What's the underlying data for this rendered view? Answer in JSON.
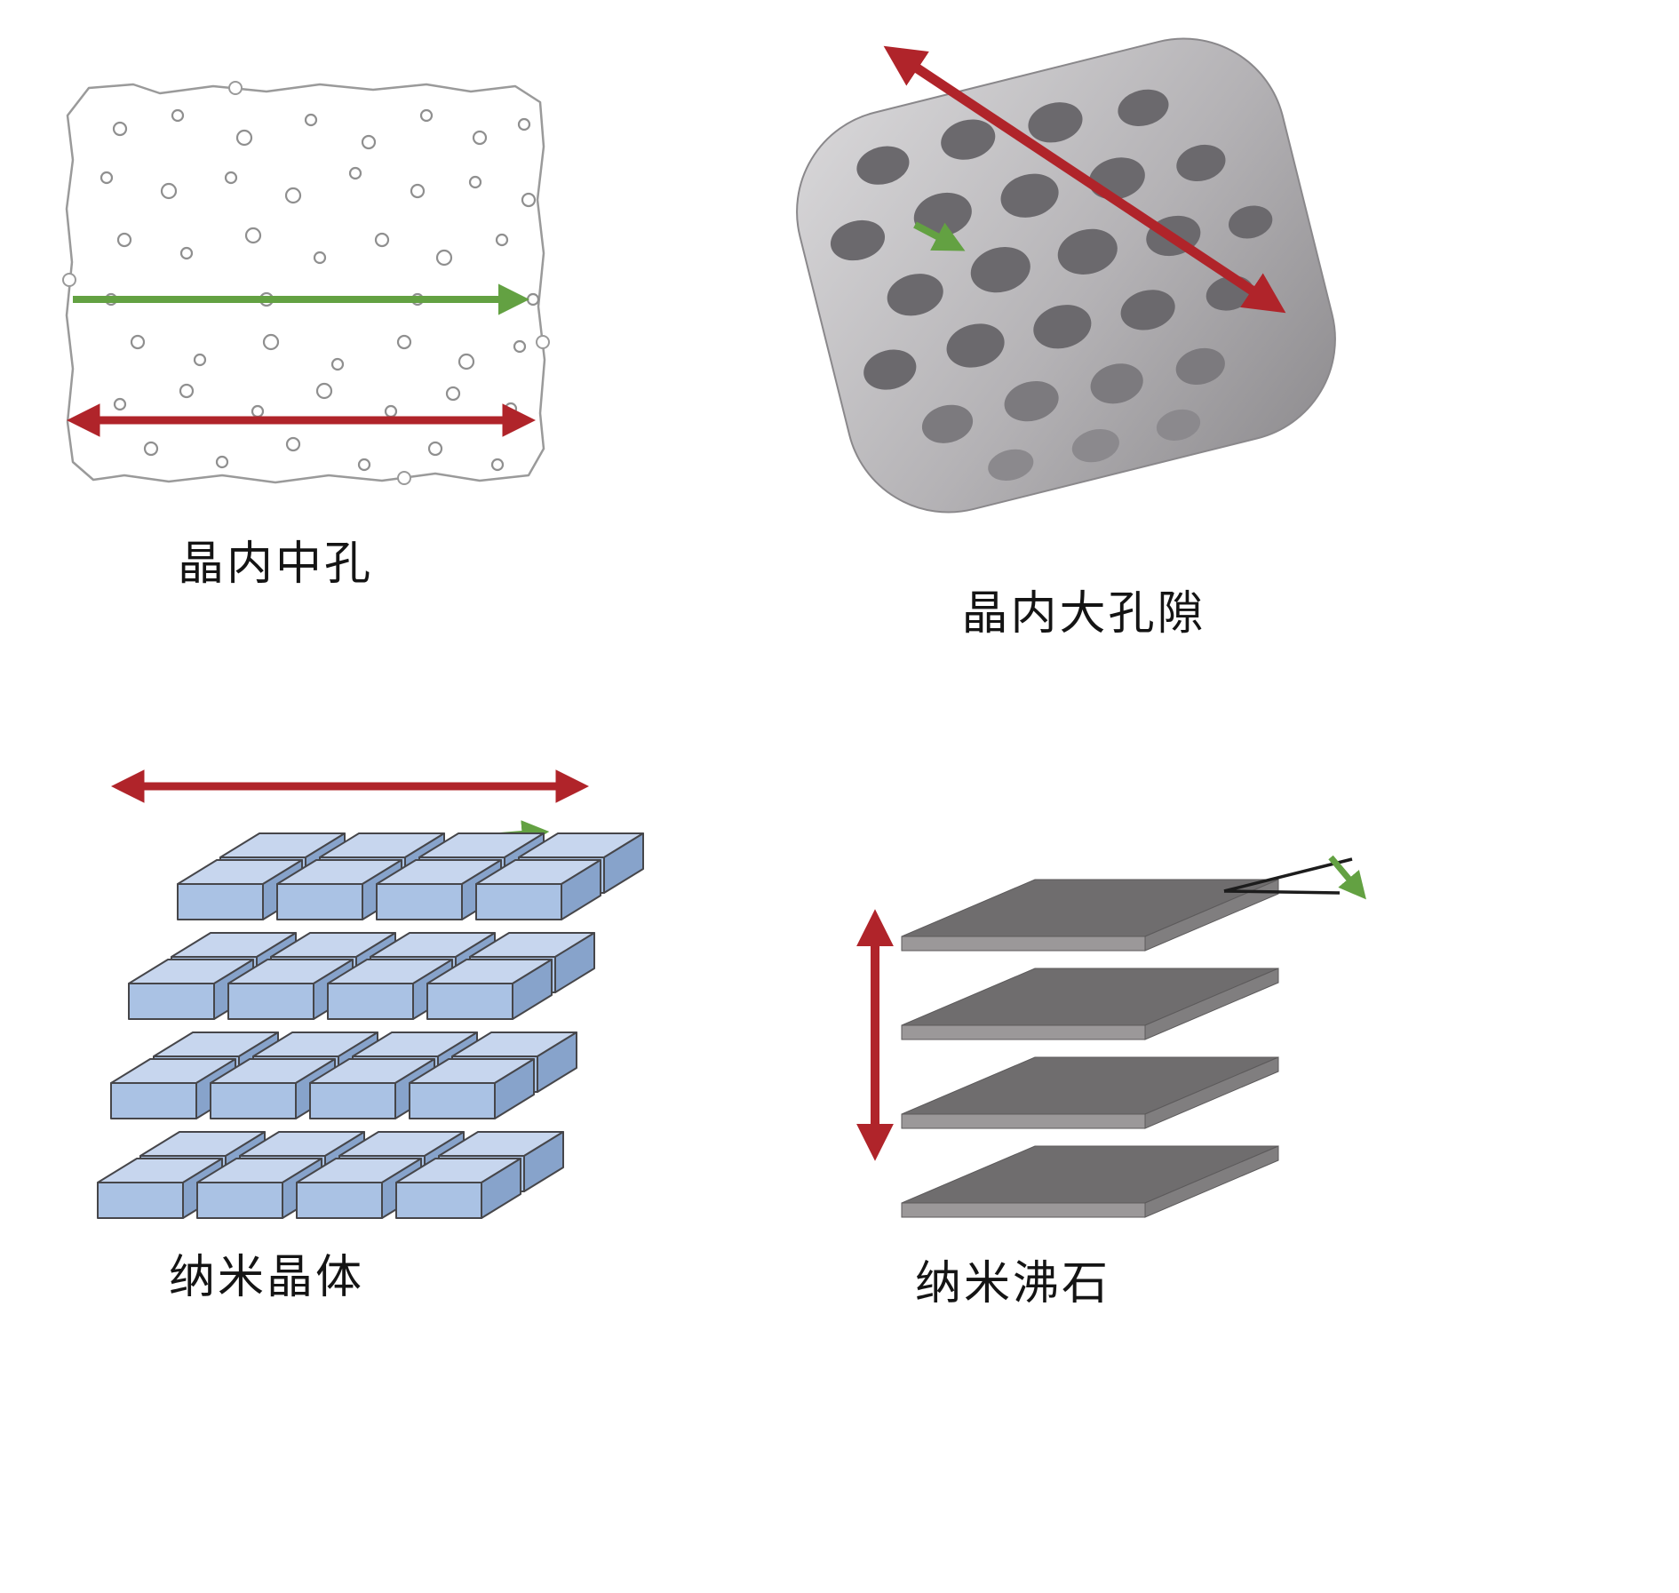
{
  "figure": {
    "panels": [
      {
        "id": "intracrystalline-mesopores",
        "label": "晶内中孔"
      },
      {
        "id": "intracrystalline-macropores",
        "label": "晶内大孔隙"
      },
      {
        "id": "nanocrystals",
        "label": "纳米晶体"
      },
      {
        "id": "nanozeolite",
        "label": "纳米沸石"
      }
    ],
    "legend_colors": {
      "long_path_arrow_red": "#b0242a",
      "short_path_arrow_green": "#63a142"
    }
  }
}
